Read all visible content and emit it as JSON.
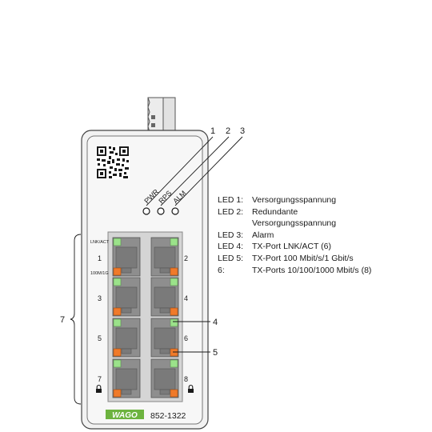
{
  "callouts": {
    "c1": "1",
    "c2": "2",
    "c3": "3",
    "c4": "4",
    "c5": "5",
    "c7": "7"
  },
  "leds": {
    "pwr": "PWR",
    "rps": "RPS",
    "alm": "ALM"
  },
  "port_labels": {
    "lnk_act": "LNK/ACT",
    "speed": "100M/1G",
    "p1": "1",
    "p2": "2",
    "p3": "3",
    "p4": "4",
    "p5": "5",
    "p6": "6",
    "p7": "7",
    "p8": "8"
  },
  "brand": "WAGO",
  "model": "852-1322",
  "legend": [
    {
      "key": "LED 1:",
      "text": "Versorgungsspannung"
    },
    {
      "key": "LED 2:",
      "text": "Redundante"
    },
    {
      "key": "",
      "text": "Versorgungsspannung"
    },
    {
      "key": "LED 3:",
      "text": "Alarm"
    },
    {
      "key": "LED 4:",
      "text": "TX-Port LNK/ACT (6)"
    },
    {
      "key": "LED 5:",
      "text": "TX-Port 100 Mbit/s/1 Gbit/s"
    },
    {
      "key": "6:",
      "text": "TX-Ports 10/100/1000 Mbit/s (8)"
    }
  ],
  "colors": {
    "housing": "#f2f2f2",
    "port_body": "#8e8e8e",
    "port_panel": "#d5d5d5",
    "led_green": "#9be28a",
    "led_orange": "#f07a2a",
    "wago_green": "#6db33f"
  }
}
